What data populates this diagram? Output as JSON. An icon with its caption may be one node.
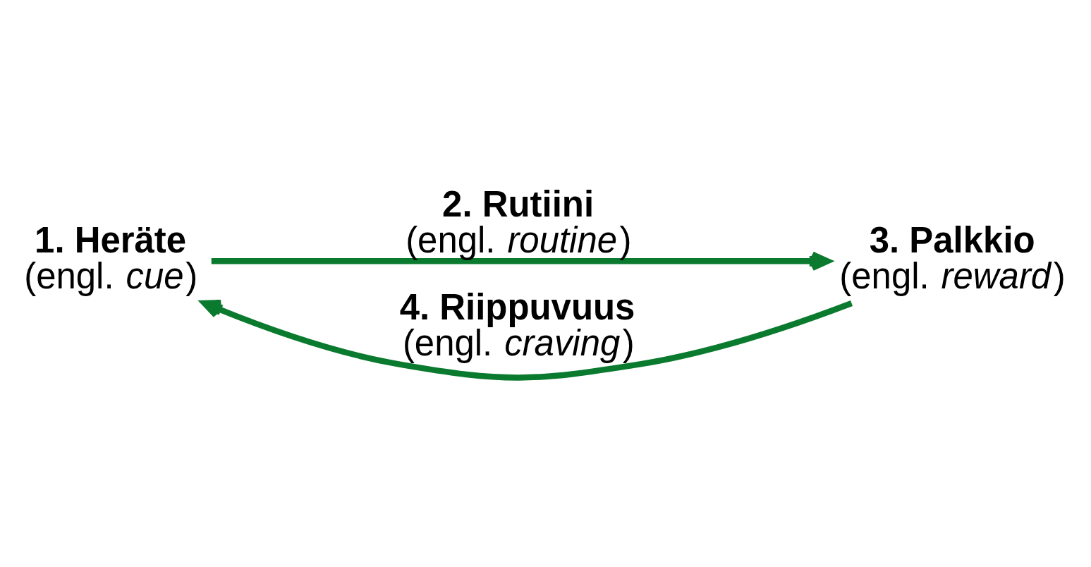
{
  "diagram": {
    "nodes": [
      {
        "text": [
          "1. Heräte",
          "(engl. *cue*)"
        ]
      },
      {
        "text": [
          "3. Palkkio",
          "(engl. *reward*)"
        ]
      }
    ],
    "edges": [
      {
        "from": 0,
        "to": 1,
        "arrow": "to",
        "label": "**2. Rutiini** (engl. *routine*)"
      },
      {
        "from": 1,
        "to": 0,
        "arrow": "to",
        "label": "**4. Riippuvuus** (engl. *craving*)"
      }
    ]
  }
}
